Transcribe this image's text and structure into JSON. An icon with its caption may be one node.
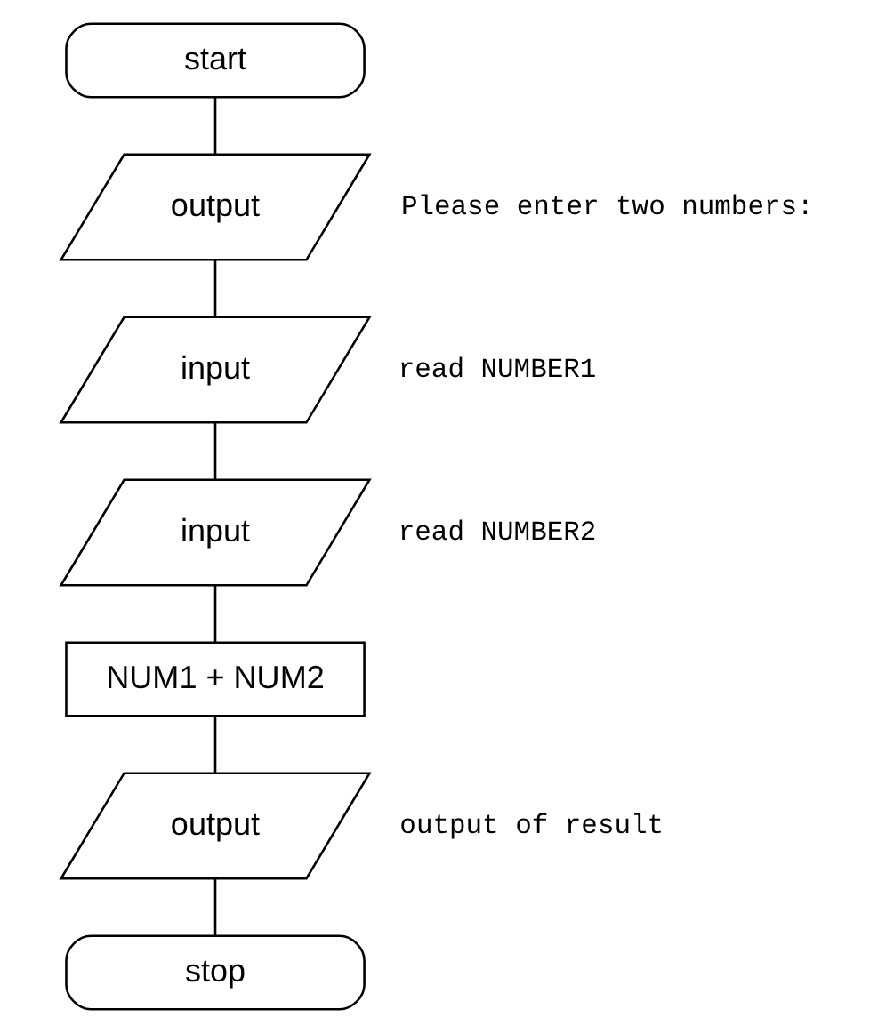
{
  "diagram": {
    "nodes": [
      {
        "text": [
          "start"
        ]
      },
      {
        "text": [
          "output"
        ],
        "beside": [
          "Please enter two numbers:"
        ]
      },
      {
        "text": [
          "input"
        ],
        "beside": [
          "read NUMBER1"
        ]
      },
      {
        "text": [
          "input"
        ],
        "beside": [
          "read NUMBER2"
        ]
      },
      {
        "text": [
          "NUM1 + NUM2"
        ]
      },
      {
        "text": [
          "output"
        ],
        "beside": [
          "output of result"
        ]
      },
      {
        "text": [
          "stop"
        ]
      }
    ],
    "edges": [
      {
        "from": 0,
        "to": 1,
        "arrow": "none"
      },
      {
        "from": 1,
        "to": 2,
        "arrow": "none"
      },
      {
        "from": 2,
        "to": 3,
        "arrow": "none"
      },
      {
        "from": 3,
        "to": 4,
        "arrow": "none"
      },
      {
        "from": 4,
        "to": 5,
        "arrow": "none"
      },
      {
        "from": 5,
        "to": 6,
        "arrow": "none"
      }
    ]
  }
}
